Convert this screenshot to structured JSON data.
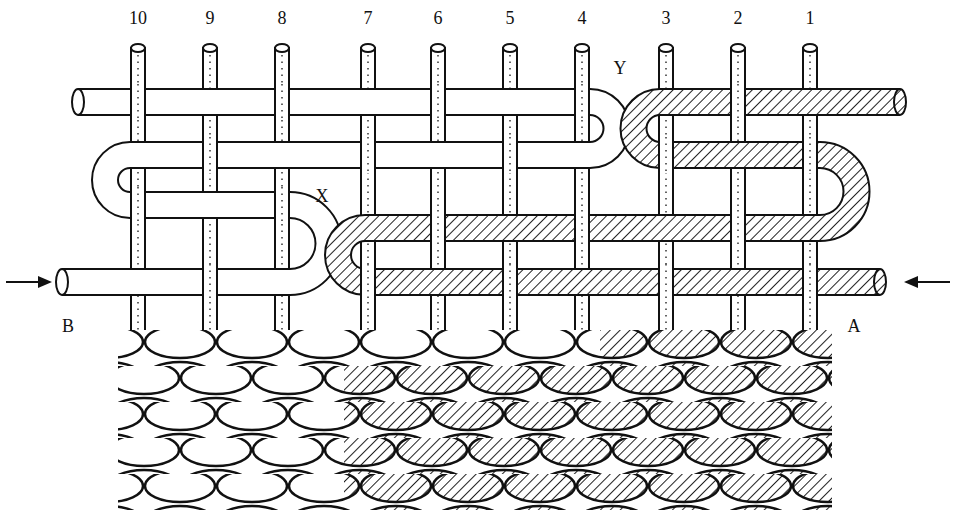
{
  "diagram": {
    "labels": [
      "10",
      "9",
      "8",
      "7",
      "6",
      "5",
      "4",
      "3",
      "2",
      "1",
      "Y",
      "X",
      "B",
      "A"
    ]
  }
}
